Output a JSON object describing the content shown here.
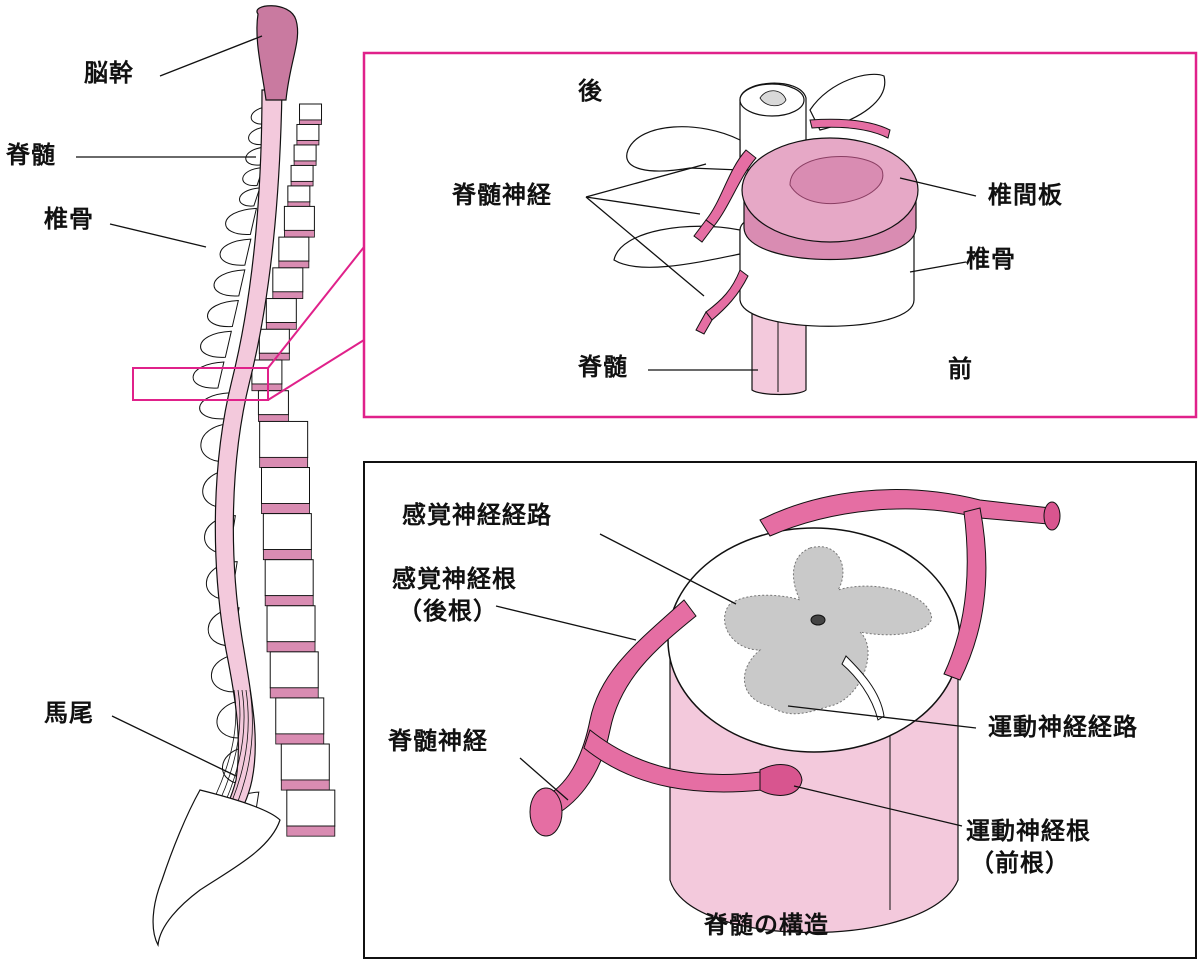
{
  "colors": {
    "accent_frame": "#e0218a",
    "frame_dark": "#111111",
    "cord_pink": "#f3c9dc",
    "nerve_pink": "#e56ea3",
    "disc_pink": "#d98cb2",
    "grey_matter": "#c9c9c9",
    "bone_white": "#ffffff",
    "line": "#111111"
  },
  "spine_labels": {
    "brainstem": "脳幹",
    "spinal_cord": "脊髄",
    "vertebra": "椎骨",
    "cauda_equina": "馬尾"
  },
  "vertebra_detail": {
    "posterior": "後",
    "anterior": "前",
    "spinal_nerve": "脊髄神経",
    "intervertebral_disc": "椎間板",
    "vertebra": "椎骨",
    "spinal_cord": "脊髄"
  },
  "cord_structure": {
    "caption": "脊髄の構造",
    "sensory_tract": "感覚神経経路",
    "sensory_root_line1": "感覚神経根",
    "sensory_root_line2": "（後根）",
    "spinal_nerve": "脊髄神経",
    "motor_tract": "運動神経経路",
    "motor_root_line1": "運動神経根",
    "motor_root_line2": "（前根）"
  }
}
